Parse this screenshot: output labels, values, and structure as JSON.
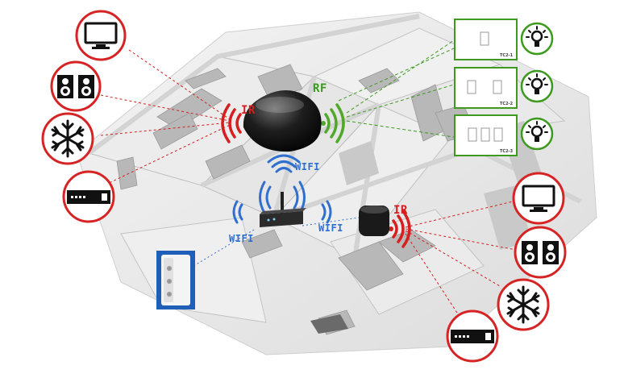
{
  "labels": {
    "ir_left": "IR",
    "rf": "RF",
    "ir_right": "IR",
    "wifi_top": "WIFI",
    "wifi_left": "WIFI",
    "wifi_right": "WIFI"
  },
  "switch_panels": [
    {
      "model": "TC2-1",
      "gangs": 1
    },
    {
      "model": "TC2-2",
      "gangs": 2
    },
    {
      "model": "TC2-3",
      "gangs": 3
    }
  ],
  "colors": {
    "ir": "#d61f1f",
    "rf": "#3e9a1e",
    "wifi": "#2f6fd0",
    "icon_ring": "#d62424"
  },
  "left_devices": [
    "monitor-icon",
    "speakers-icon",
    "air-conditioner-icon",
    "set-top-box-icon"
  ],
  "right_devices": [
    "monitor-icon",
    "speakers-icon",
    "air-conditioner-icon",
    "set-top-box-icon"
  ]
}
